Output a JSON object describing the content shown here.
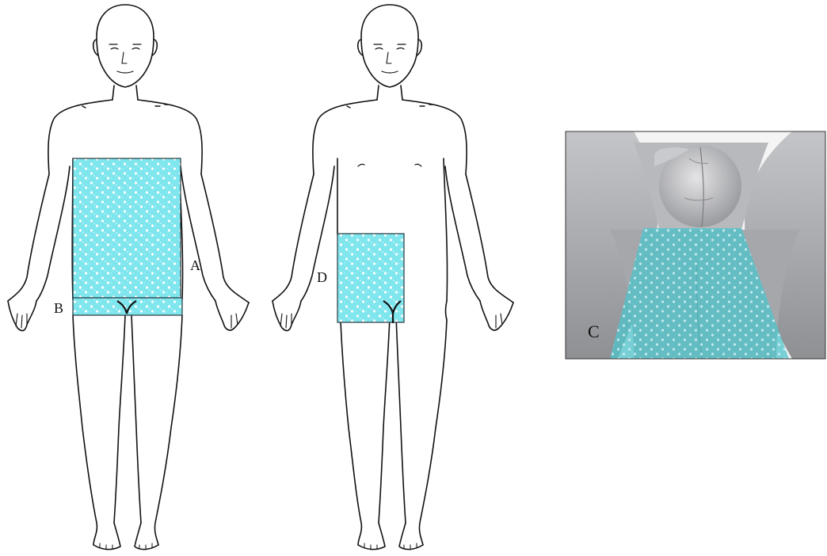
{
  "labels": {
    "a": "A",
    "b": "B",
    "c": "C",
    "d": "D"
  },
  "colors": {
    "outline": "#111111",
    "pattern_fill": "#7fe6ee",
    "pattern_dots": "#ffffff",
    "photo_skin": "#9ea0a4",
    "photo_bg": "#f4f4f4",
    "photo_overlay": "#55c8d0"
  }
}
